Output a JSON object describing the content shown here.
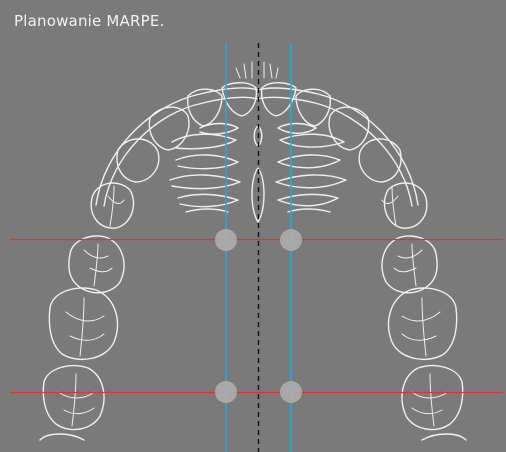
{
  "app": {
    "title": "Planowanie MARPE.",
    "theme": {
      "background": "#7a7a7a",
      "tooth_outline": "#efefef",
      "guide_line_red": "#e0323a",
      "guide_line_blue": "#2aa8d6",
      "midline": "#111111",
      "marker_fill": "#a8a8a8"
    },
    "canvas": {
      "content": "upper dental arch (occlusal view) with palatal rugae",
      "icons": [
        "dental-arch-icon"
      ],
      "guides": [
        {
          "name": "red-horizontal-guide-anterior",
          "color": "#e0323a"
        },
        {
          "name": "red-horizontal-guide-posterior",
          "color": "#e0323a"
        },
        {
          "name": "blue-vertical-guide-left",
          "color": "#2aa8d6"
        },
        {
          "name": "blue-vertical-guide-right",
          "color": "#2aa8d6"
        },
        {
          "name": "dashed-midline",
          "color": "#111111"
        }
      ],
      "markers": [
        {
          "name": "implant-position-marker-anterior-left"
        },
        {
          "name": "implant-position-marker-anterior-right"
        },
        {
          "name": "implant-position-marker-posterior-left"
        },
        {
          "name": "implant-position-marker-posterior-right"
        }
      ]
    }
  }
}
